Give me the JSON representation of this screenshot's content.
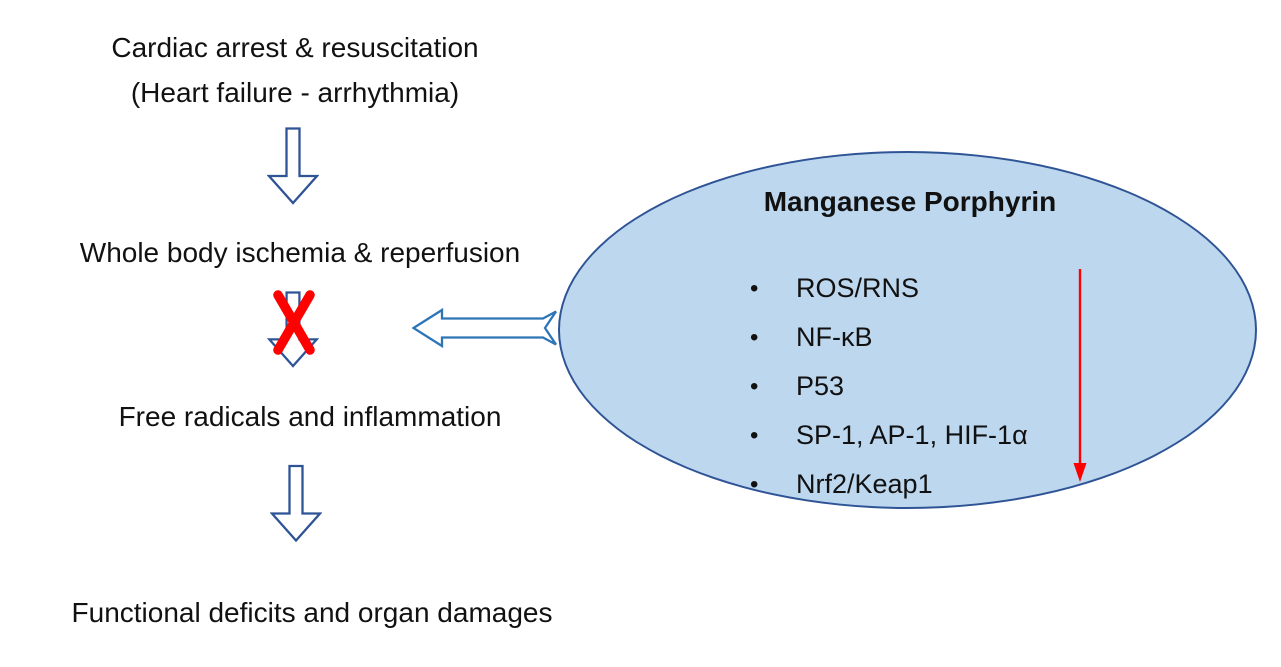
{
  "flow": {
    "step1_line1": "Cardiac arrest & resuscitation",
    "step1_line2": "(Heart failure - arrhythmia)",
    "step2": "Whole body ischemia & reperfusion",
    "step3": "Free radicals and inflammation",
    "step4": "Functional deficits and organ damages"
  },
  "bubble": {
    "title": "Manganese Porphyrin",
    "bullet_char": "•",
    "bullets": [
      "ROS/RNS",
      "NF-κB",
      "P53",
      "SP-1, AP-1, HIF-1α",
      "Nrf2/Keap1"
    ]
  },
  "icons": {
    "down_arrow_1": "down-arrow-icon",
    "down_arrow_blocked": "blocked-down-arrow-icon",
    "x_mark": "x-mark-icon",
    "left_arrow": "left-arrow-icon",
    "down_arrow_2": "down-arrow-icon",
    "red_decrease_arrow": "decrease-arrow-icon"
  },
  "colors": {
    "arrow_outline": "#2F5496",
    "horizontal_arrow_outline": "#2E75B6",
    "ellipse_fill": "#BDD7EE",
    "ellipse_border": "#2F5496",
    "block_red": "#FF0000",
    "text": "#111111"
  }
}
